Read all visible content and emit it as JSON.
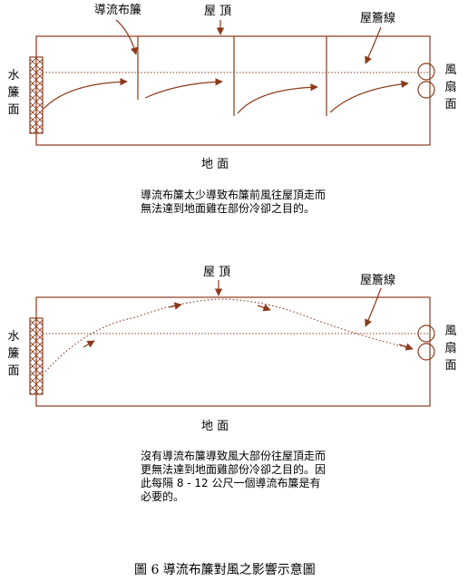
{
  "colors": {
    "line": "#8b3a1a",
    "text": "#000000"
  },
  "top_diagram": {
    "label_curtain": "導流布簾",
    "label_roof": "屋 頂",
    "label_eave": "屋簷線",
    "label_water_curtain": "水簾面",
    "label_fan": "風扇面",
    "label_ground": "地 面",
    "caption": "導流布簾太少導致布簾前風往屋頂走而無法達到地面雞在部份冷卻之目的。"
  },
  "bottom_diagram": {
    "label_roof": "屋 頂",
    "label_eave": "屋簷線",
    "label_water_curtain": "水簾面",
    "label_fan": "風扇面",
    "label_ground": "地 面",
    "caption": "沒有導流布簾導致風大部份往屋頂走而更無法達到地面雞部份冷卻之目的。因此每隔 8 - 12 公尺一個導流布簾是有必要的。"
  },
  "figure_title": "圖 6 導流布簾對風之影響示意圖"
}
